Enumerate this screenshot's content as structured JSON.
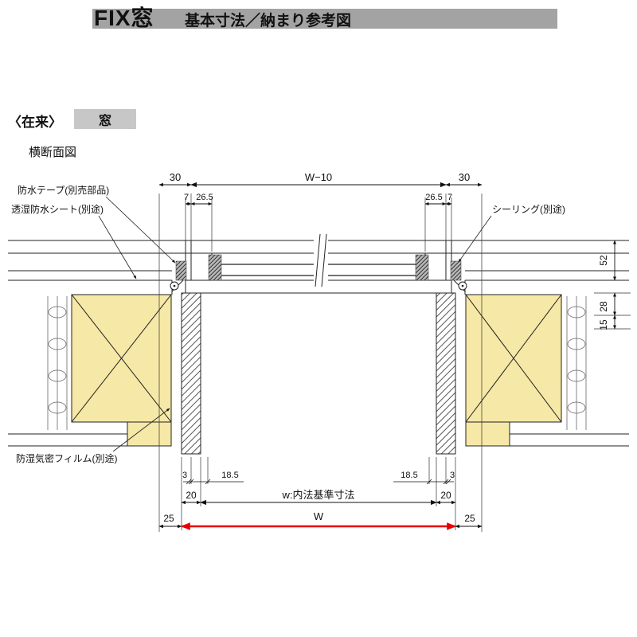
{
  "header": {
    "title_main": "FIX窓",
    "title_sub": "基本寸法／納まり参考図"
  },
  "section": {
    "construction_type": "〈在来〉",
    "window_tag": "窓",
    "view_title": "横断面図"
  },
  "callouts": {
    "waterproof_tape": "防水テープ(別売部品)",
    "breathable_sheet": "透湿防水シート(別途)",
    "moisture_film": "防湿気密フィルム(別途)",
    "sealing": "シーリング(別途)"
  },
  "dimensions": {
    "top_left": "30",
    "top_center": "W−10",
    "top_right": "30",
    "upper_left_a": "7",
    "upper_left_b": "26.5",
    "upper_right_a": "26.5",
    "upper_right_b": "7",
    "side_a": "52",
    "side_b": "28",
    "side_c": "15",
    "lower_left_a": "3",
    "lower_left_b": "18.5",
    "lower_right_a": "18.5",
    "lower_right_b": "3",
    "inner_left": "20",
    "inner_center": "w:内法基準寸法",
    "inner_right": "20",
    "overall_left": "25",
    "overall_center": "W",
    "overall_right": "25"
  },
  "colors": {
    "accent_red": "#e60000",
    "wood_fill": "#f6e8a6",
    "band_gray": "#a3a3a3",
    "tag_gray": "#c7c7c7"
  }
}
